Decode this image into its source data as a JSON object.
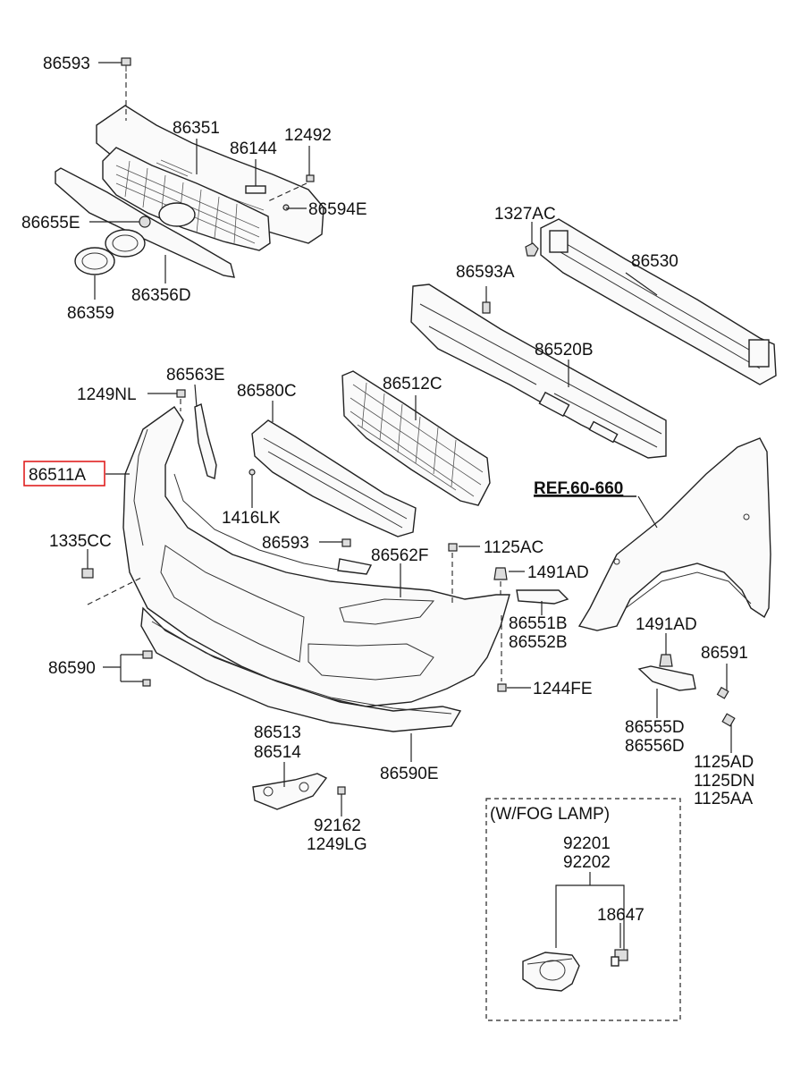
{
  "labels": {
    "p86593_top": "86593",
    "p86351": "86351",
    "p86144": "86144",
    "p12492": "12492",
    "p86594E": "86594E",
    "p86655E": "86655E",
    "p86359": "86359",
    "p86356D": "86356D",
    "p1327AC": "1327AC",
    "p86530": "86530",
    "p86593A": "86593A",
    "p86520B": "86520B",
    "p86563E": "86563E",
    "p1249NL": "1249NL",
    "p86580C": "86580C",
    "p86512C": "86512C",
    "p86511A": "86511A",
    "p1416LK": "1416LK",
    "ref": "REF.60-660",
    "p1335CC": "1335CC",
    "p86593_mid": "86593",
    "p86562F": "86562F",
    "p1125AC": "1125AC",
    "p1491AD_a": "1491AD",
    "p86551B": "86551B",
    "p86552B": "86552B",
    "p1491AD_b": "1491AD",
    "p86591": "86591",
    "p86590": "86590",
    "p1244FE": "1244FE",
    "p86555D": "86555D",
    "p86556D": "86556D",
    "p1125AD": "1125AD",
    "p1125DN": "1125DN",
    "p1125AA": "1125AA",
    "p86513": "86513",
    "p86514": "86514",
    "p86590E": "86590E",
    "p92162": "92162",
    "p1249LG": "1249LG",
    "fog_title": "(W/FOG LAMP)",
    "p92201": "92201",
    "p92202": "92202",
    "p18647": "18647"
  },
  "highlight_color": "#e02020"
}
